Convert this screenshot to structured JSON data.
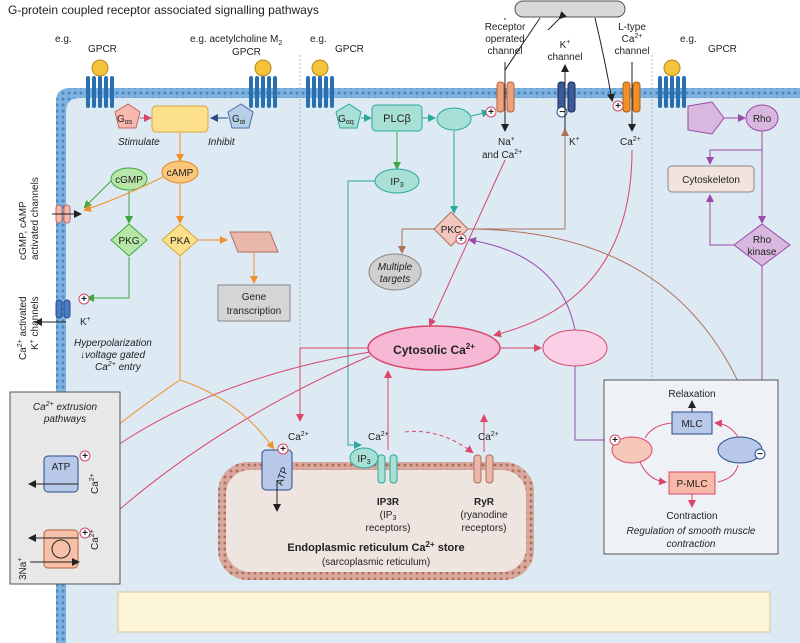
{
  "title": "G-protein coupled receptor associated signalling pathways",
  "columns": {
    "col1_eg": "e.g.",
    "col1_gpcr": "GPCR",
    "col2_eg": "e.g. acetylcholine M",
    "col2_sub": "2",
    "col2_gpcr": "GPCR",
    "col3_eg": "e.g.",
    "col3_gpcr": "GPCR",
    "col4_eg": "e.g.",
    "col4_gpcr": "GPCR"
  },
  "proteins": {
    "gas": "G",
    "gas_sub": "αs",
    "gai": "G",
    "gai_sub": "αi",
    "gaq": "G",
    "gaq_sub": "αq",
    "stimulate": "Stimulate",
    "inhibit": "Inhibit",
    "plcb": "PLCβ",
    "rho": "Rho",
    "cgmp": "cGMP",
    "camp": "cAMP",
    "pkg": "PKG",
    "pka": "PKA",
    "pkc": "PKC",
    "ip3": "IP",
    "ip3_sub": "3",
    "multiple_targets_1": "Multiple",
    "multiple_targets_2": "targets",
    "gene_1": "Gene",
    "gene_2": "transcription",
    "cytoskeleton": "Cytoskeleton",
    "rho_kinase_1": "Rho",
    "rho_kinase_2": "kinase",
    "cytosolic": "Cytosolic Ca",
    "cytosolic_sup": "2+"
  },
  "channels": {
    "receptor_1": "Receptor",
    "receptor_2": "operated",
    "receptor_3": "channel",
    "k_channel": "K",
    "k_channel_2": "channel",
    "ltype_1": "L-type",
    "ltype_2": "Ca",
    "ltype_3": "channel",
    "na_ca_1": "Na",
    "na_ca_2": "and Ca",
    "k_ion": "K",
    "ca_ion": "Ca",
    "sup_plus": "+",
    "sup_2plus": "2+",
    "cgmp_camp_1": "cGMP, cAMP",
    "cgmp_camp_2": "activated channels",
    "ca_activated_1": "Ca",
    "ca_activated_2": "activated",
    "ca_activated_3": "channels",
    "k_out": "K",
    "hyper_1": "Hyperpolarization",
    "hyper_2": "voltage gated",
    "hyper_3": "entry"
  },
  "extrusion": {
    "title_1": "Ca",
    "title_2": "extrusion",
    "title_3": "pathways",
    "atp": "ATP",
    "ca": "Ca",
    "na3": "3Na"
  },
  "er": {
    "atp": "ATP",
    "ca": "Ca",
    "ip3": "IP",
    "ip3r": "IP3R",
    "ip3r_sub_1": "(IP",
    "ip3r_sub_2": "receptors)",
    "ryr": "RyR",
    "ryr_sub_1": "(ryanodine",
    "ryr_sub_2": "receptors)",
    "title": "Endoplasmic reticulum Ca",
    "title_end": " store",
    "subtitle": "(sarcoplasmic reticulum)"
  },
  "smooth_muscle": {
    "relaxation": "Relaxation",
    "mlc": "MLC",
    "pmlc": "P-MLC",
    "contraction": "Contraction",
    "reg_1": "Regulation of smooth muscle",
    "reg_2": "contraction"
  },
  "colors": {
    "cell": "#dde9f3",
    "membrane": "#4a8cc4",
    "orange": "#f0902a",
    "green": "#3ea83e",
    "teal": "#2aa89a",
    "pink": "#d9486a",
    "purple": "#9a4aa8",
    "brown": "#b0705a"
  }
}
